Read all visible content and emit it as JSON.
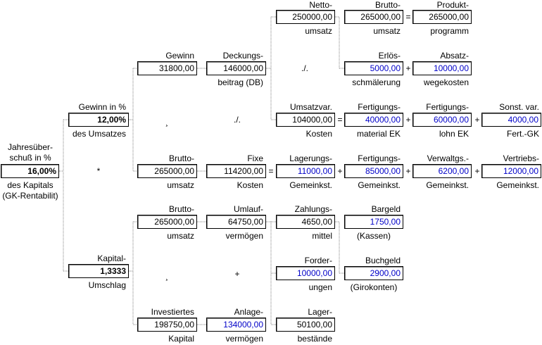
{
  "root": {
    "label_top1": "Jahresüber-",
    "label_top2": "schuß in %",
    "value": "16,00%",
    "label_bot1": "des Kapitals",
    "label_bot2": "(GK-Rentabilit)"
  },
  "gewinn_pct": {
    "label_top": "Gewinn in %",
    "value": "12,00%",
    "label_bot": "des Umsatzes"
  },
  "kapital": {
    "label_top": "Kapital-",
    "value": "1,3333",
    "label_bot": "Umschlag"
  },
  "gewinn": {
    "label_top": "Gewinn",
    "value": "31800,00"
  },
  "brutto_umsatz1": {
    "label_top": "Brutto-",
    "value": "265000,00",
    "label_bot": "umsatz"
  },
  "brutto_umsatz2": {
    "label_top": "Brutto-",
    "value": "265000,00",
    "label_bot": "umsatz"
  },
  "invest_kapital": {
    "label_top": "Investiertes",
    "value": "198750,00",
    "label_bot": "Kapital"
  },
  "db": {
    "label_top": "Deckungs-",
    "value": "146000,00",
    "label_bot": "beitrag (DB)"
  },
  "fixe": {
    "label_top": "Fixe",
    "value": "114200,00",
    "label_bot": "Kosten"
  },
  "umlauf": {
    "label_top": "Umlauf-",
    "value": "64750,00",
    "label_bot": "vermögen"
  },
  "anlage": {
    "label_top": "Anlage-",
    "value": "134000,00",
    "label_bot": "vermögen"
  },
  "netto": {
    "label_top": "Netto-",
    "value": "250000,00",
    "label_bot": "umsatz"
  },
  "umsatzvar": {
    "label_top": "Umsatzvar.",
    "value": "104000,00",
    "label_bot": "Kosten"
  },
  "lagerungs": {
    "label_top": "Lagerungs-",
    "value": "11000,00",
    "label_bot": "Gemeinkst."
  },
  "zahlungs": {
    "label_top": "Zahlungs-",
    "value": "4650,00",
    "label_bot": "mittel"
  },
  "forder": {
    "label_top": "Forder-",
    "value": "10000,00",
    "label_bot": "ungen"
  },
  "lager": {
    "label_top": "Lager-",
    "value": "50100,00",
    "label_bot": "bestände"
  },
  "brutto3": {
    "label_top": "Brutto-",
    "value": "265000,00",
    "label_bot": "umsatz"
  },
  "erloes": {
    "label_top": "Erlös-",
    "value": "5000,00",
    "label_bot": "schmälerung"
  },
  "fert_mat": {
    "label_top": "Fertigungs-",
    "value": "40000,00",
    "label_bot": "material EK"
  },
  "fert_gem": {
    "label_top": "Fertigungs-",
    "value": "85000,00",
    "label_bot": "Gemeinkst."
  },
  "bargeld": {
    "label_top": "Bargeld",
    "value": "1750,00",
    "label_bot": "(Kassen)"
  },
  "buchgeld": {
    "label_top": "Buchgeld",
    "value": "2900,00",
    "label_bot": "(Girokonten)"
  },
  "produkt": {
    "label_top": "Produkt-",
    "value": "265000,00",
    "label_bot": "programm"
  },
  "absatz": {
    "label_top": "Absatz-",
    "value": "10000,00",
    "label_bot": "wegekosten"
  },
  "fert_lohn": {
    "label_top": "Fertigungs-",
    "value": "60000,00",
    "label_bot": "lohn EK"
  },
  "verwalt": {
    "label_top": "Verwaltgs.-",
    "value": "6200,00",
    "label_bot": "Gemeinkst."
  },
  "sonst": {
    "label_top": "Sonst. var.",
    "value": "4000,00",
    "label_bot": "Fert.-GK"
  },
  "vertrieb": {
    "label_top": "Vertriebs-",
    "value": "12000,00",
    "label_bot": "Gemeinkst."
  },
  "ops": {
    "mult": "*",
    "div": "¸",
    "minus": "./.",
    "plus": "+",
    "eq": "="
  },
  "colors": {
    "input_value": "#0000c8",
    "line": "#808080"
  }
}
